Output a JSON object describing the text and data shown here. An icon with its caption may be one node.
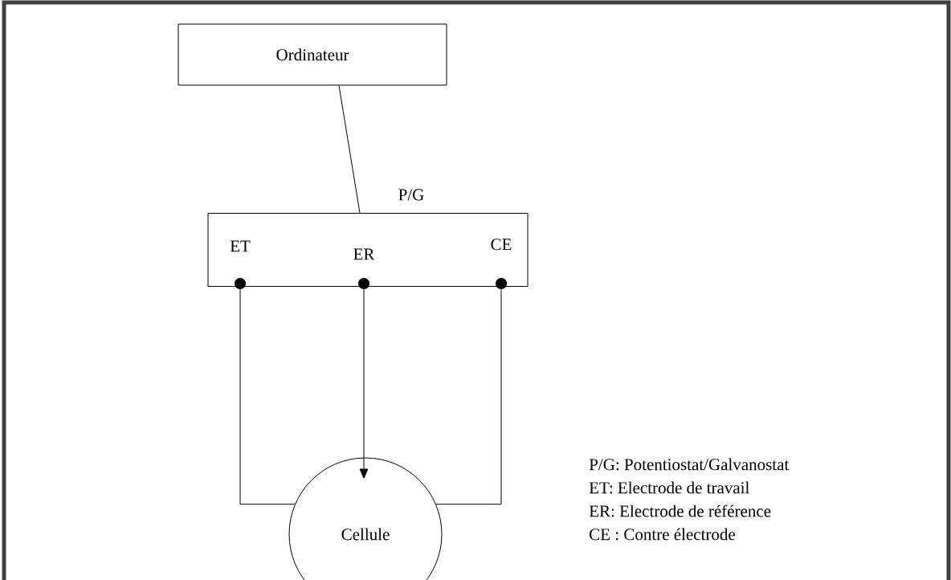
{
  "diagram": {
    "nodes": [
      {
        "text": [
          "Ordinateur"
        ]
      },
      {
        "text": [
          "P/G"
        ]
      },
      {
        "text": [
          "ET"
        ],
        "in": 1
      },
      {
        "text": [
          "ER"
        ],
        "in": 1
      },
      {
        "text": [
          "CE"
        ],
        "in": 1
      },
      {
        "text": [
          "Cellule"
        ]
      }
    ],
    "edges": [
      {
        "from": 0,
        "to": 1,
        "arrow": "none"
      },
      {
        "from": 2,
        "to": 5,
        "arrow": "none"
      },
      {
        "from": 3,
        "to": 5,
        "arrow": "to"
      },
      {
        "from": 4,
        "to": 5,
        "arrow": "none"
      }
    ],
    "labels": [
      "P/G: Potentiostat/Galvanostat",
      "ET: Electrode de travail",
      "ER: Electrode de référence",
      "CE : Contre électrode"
    ]
  }
}
